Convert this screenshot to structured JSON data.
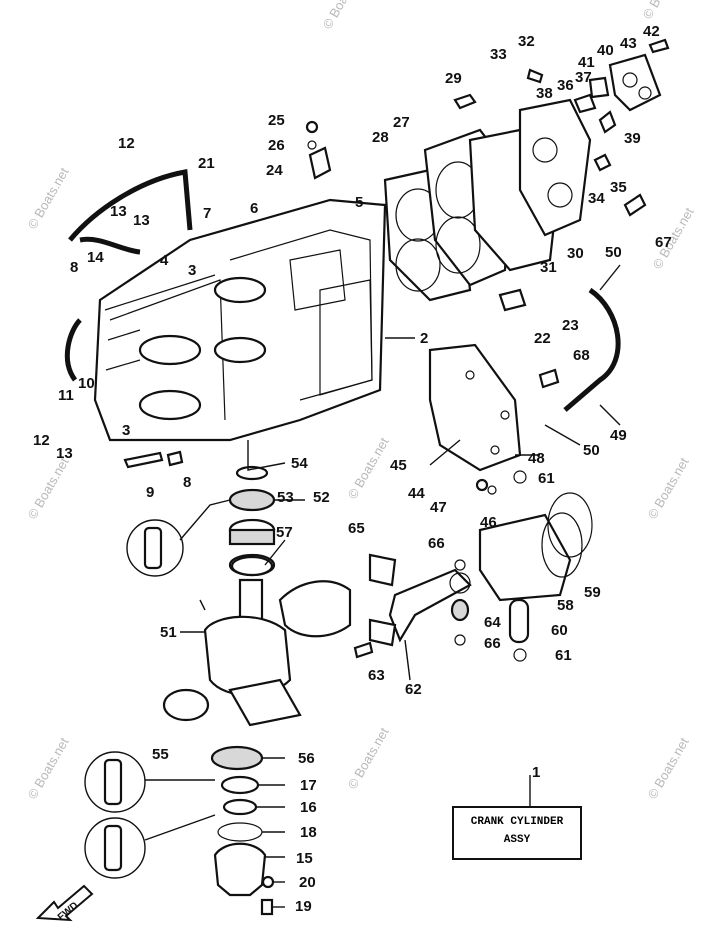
{
  "watermark": "© Boats.net",
  "assembly": {
    "callout": "1",
    "line1": "CRANK CYLINDER",
    "line2": "ASSY"
  },
  "direction_label": "FWD",
  "callouts": [
    {
      "n": "2"
    },
    {
      "n": "3"
    },
    {
      "n": "3"
    },
    {
      "n": "4"
    },
    {
      "n": "5"
    },
    {
      "n": "6"
    },
    {
      "n": "7"
    },
    {
      "n": "8"
    },
    {
      "n": "8"
    },
    {
      "n": "9"
    },
    {
      "n": "10"
    },
    {
      "n": "11"
    },
    {
      "n": "12"
    },
    {
      "n": "12"
    },
    {
      "n": "13"
    },
    {
      "n": "13"
    },
    {
      "n": "13"
    },
    {
      "n": "14"
    },
    {
      "n": "15"
    },
    {
      "n": "16"
    },
    {
      "n": "17"
    },
    {
      "n": "18"
    },
    {
      "n": "19"
    },
    {
      "n": "20"
    },
    {
      "n": "21"
    },
    {
      "n": "22"
    },
    {
      "n": "23"
    },
    {
      "n": "24"
    },
    {
      "n": "25"
    },
    {
      "n": "26"
    },
    {
      "n": "27"
    },
    {
      "n": "28"
    },
    {
      "n": "29"
    },
    {
      "n": "30"
    },
    {
      "n": "31"
    },
    {
      "n": "32"
    },
    {
      "n": "33"
    },
    {
      "n": "34"
    },
    {
      "n": "35"
    },
    {
      "n": "36"
    },
    {
      "n": "37"
    },
    {
      "n": "38"
    },
    {
      "n": "39"
    },
    {
      "n": "40"
    },
    {
      "n": "41"
    },
    {
      "n": "42"
    },
    {
      "n": "43"
    },
    {
      "n": "44"
    },
    {
      "n": "45"
    },
    {
      "n": "46"
    },
    {
      "n": "47"
    },
    {
      "n": "48"
    },
    {
      "n": "49"
    },
    {
      "n": "50"
    },
    {
      "n": "50"
    },
    {
      "n": "51"
    },
    {
      "n": "52"
    },
    {
      "n": "53"
    },
    {
      "n": "54"
    },
    {
      "n": "55"
    },
    {
      "n": "56"
    },
    {
      "n": "57"
    },
    {
      "n": "58"
    },
    {
      "n": "59"
    },
    {
      "n": "60"
    },
    {
      "n": "61"
    },
    {
      "n": "61"
    },
    {
      "n": "62"
    },
    {
      "n": "63"
    },
    {
      "n": "64"
    },
    {
      "n": "65"
    },
    {
      "n": "66"
    },
    {
      "n": "66"
    },
    {
      "n": "67"
    },
    {
      "n": "68"
    }
  ]
}
